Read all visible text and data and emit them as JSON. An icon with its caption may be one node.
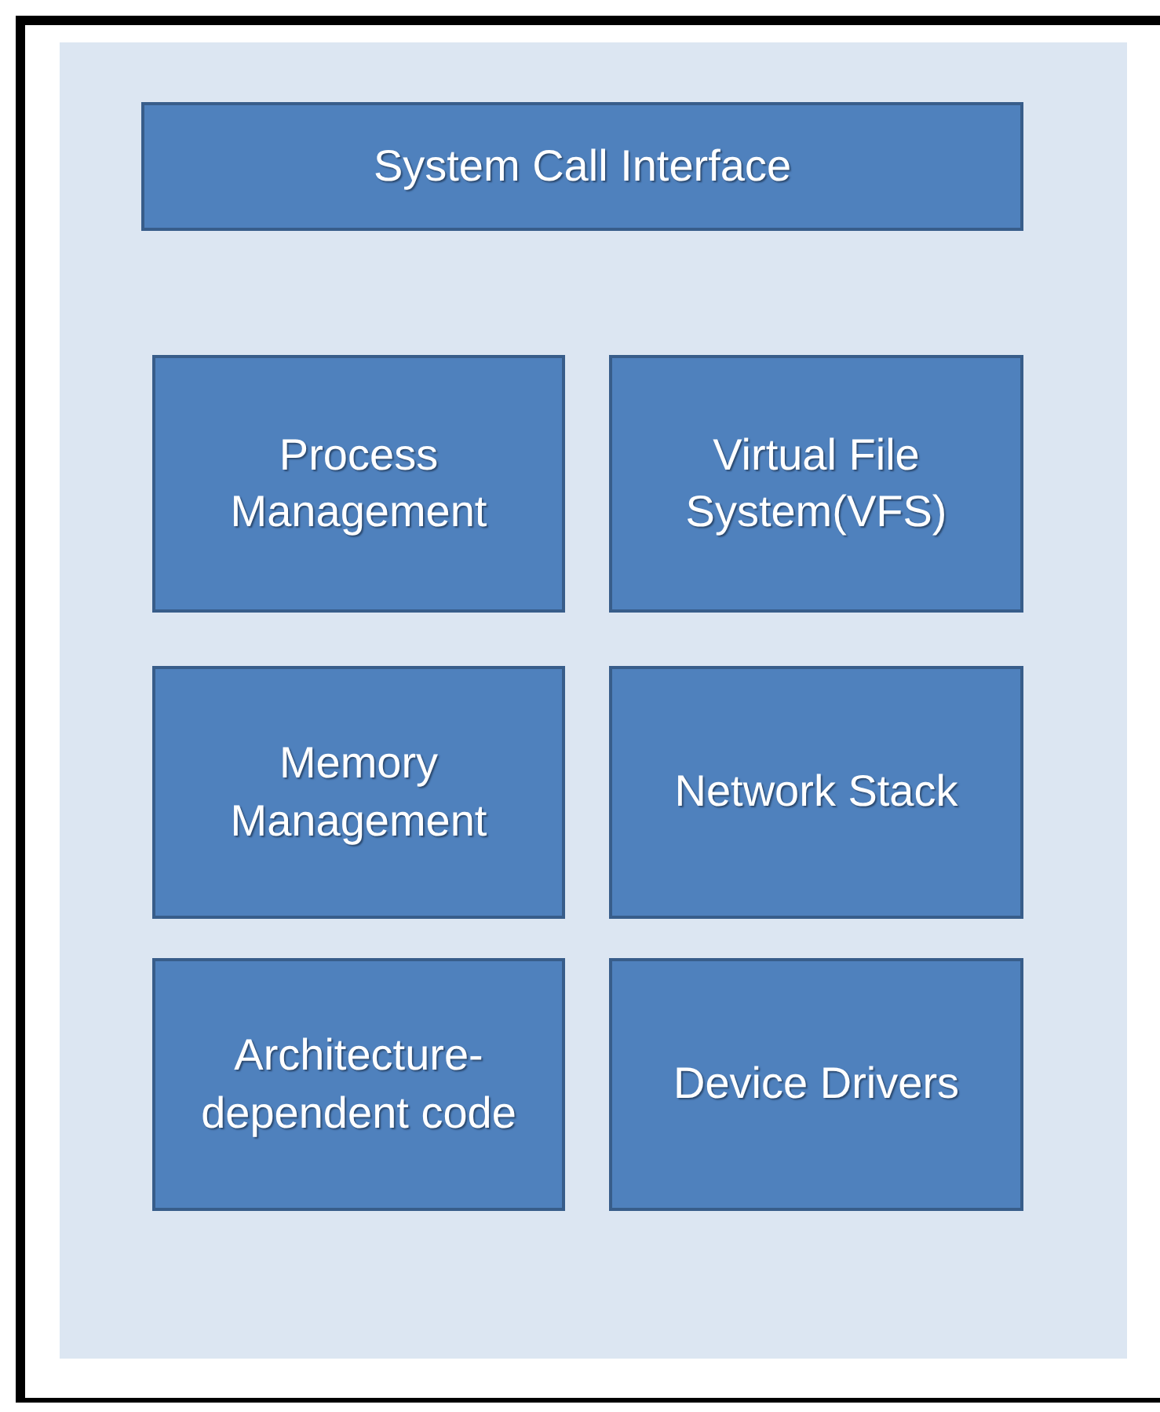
{
  "diagram": {
    "nodes": [
      {
        "text": [
          "System Call Interface"
        ]
      },
      {
        "text": [
          "Process Management"
        ]
      },
      {
        "text": [
          "Virtual File System(VFS)"
        ]
      },
      {
        "text": [
          "Memory Management"
        ]
      },
      {
        "text": [
          "Network Stack"
        ]
      },
      {
        "text": [
          "Architecture-dependent code"
        ]
      },
      {
        "text": [
          "Device Drivers"
        ]
      }
    ]
  }
}
